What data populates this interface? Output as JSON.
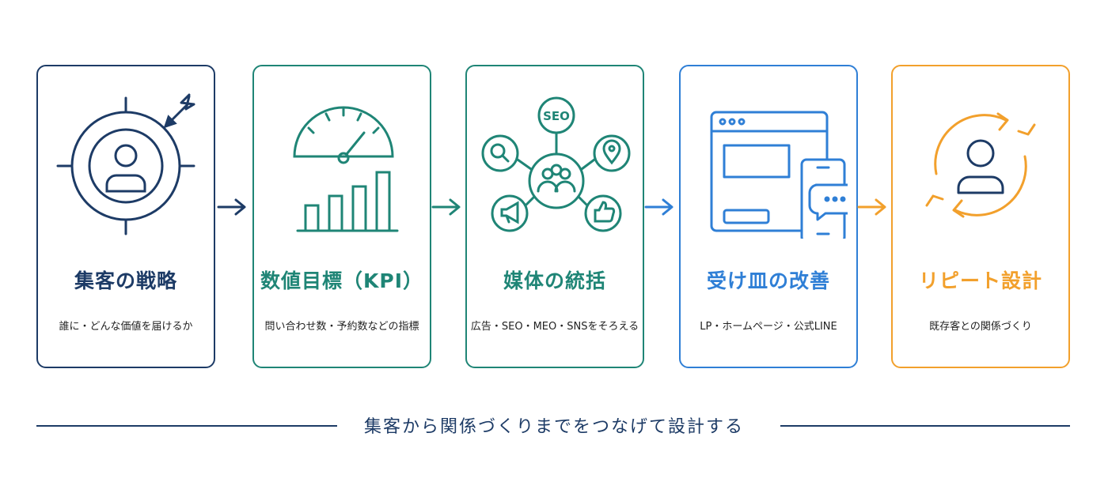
{
  "steps": [
    {
      "title": "集客の戦略",
      "desc": "誰に・どんな価値を届けるか",
      "color": "#1d3b66",
      "icon": "target-user-icon"
    },
    {
      "title": "数値目標（KPI）",
      "desc": "問い合わせ数・予約数などの指標",
      "color": "#1f8576",
      "icon": "gauge-bar-chart-icon"
    },
    {
      "title": "媒体の統括",
      "desc": "広告・SEO・MEO・SNSをそろえる",
      "color": "#1f8576",
      "icon": "media-hub-icon",
      "badge": "SEO"
    },
    {
      "title": "受け皿の改善",
      "desc": "LP・ホームページ・公式LINE",
      "color": "#2f7fd6",
      "icon": "website-phone-icon"
    },
    {
      "title": "リピート設計",
      "desc": "既存客との関係づくり",
      "color": "#f2a02c",
      "icon": "repeat-user-icon"
    }
  ],
  "arrow_colors": [
    "#1d3b66",
    "#1f8576",
    "#2f7fd6",
    "#f2a02c"
  ],
  "footer": {
    "text": "集客から関係づくりまでをつなげて設計する",
    "color": "#1d3b66"
  }
}
